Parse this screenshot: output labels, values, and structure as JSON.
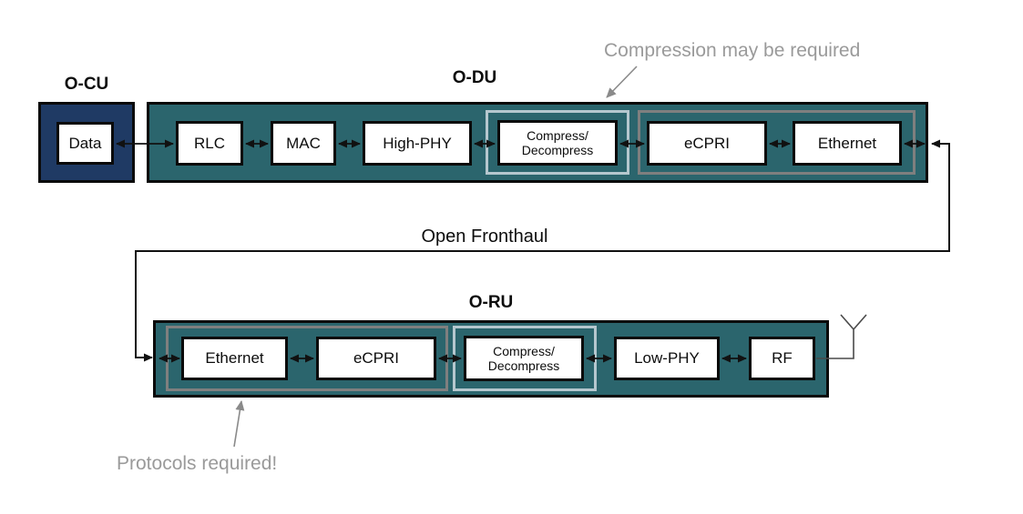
{
  "ocu": {
    "title": "O-CU",
    "data_label": "Data"
  },
  "odu": {
    "title": "O-DU",
    "rlc": "RLC",
    "mac": "MAC",
    "high_phy": "High-PHY",
    "compress_line1": "Compress/",
    "compress_line2": "Decompress",
    "ecpri": "eCPRI",
    "ethernet": "Ethernet"
  },
  "oru": {
    "title": "O-RU",
    "ethernet": "Ethernet",
    "ecpri": "eCPRI",
    "compress_line1": "Compress/",
    "compress_line2": "Decompress",
    "low_phy": "Low-PHY",
    "rf": "RF"
  },
  "annotations": {
    "compression_note": "Compression may be required",
    "protocols_note": "Protocols required!",
    "link_label": "Open Fronthaul"
  },
  "icons": {
    "antenna": "antenna-icon"
  },
  "colors": {
    "navy": "#1F3A64",
    "teal": "#2B656D",
    "silver": "#B5C7CE",
    "grayb": "#7F7F7F",
    "anno": "#9A9A9A",
    "line": "#111111"
  }
}
